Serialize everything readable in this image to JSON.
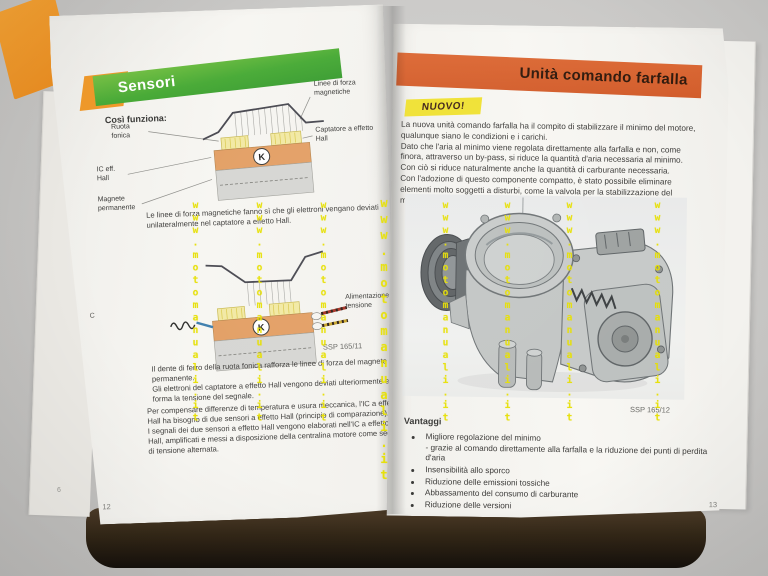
{
  "watermark": {
    "text": "www.motomanuali.it"
  },
  "colors": {
    "header_green": "#4aab38",
    "header_orange": "#d25d2c",
    "cover_orange": "#f19a2b",
    "watermark_yellow": "#e6e000",
    "badge_yellow": "#f0e135",
    "diagram_orange": "#e3a066",
    "diagram_yellow": "#f2e9a4",
    "diagram_gray": "#d6d6d3"
  },
  "left_page": {
    "header": "Sensori",
    "how_label": "Così funziona:",
    "stray_letter": "C",
    "under_page_number": "6",
    "page_number": "12",
    "diagram1": {
      "chip_letter": "K",
      "labels": {
        "field_lines": "Linee di forza magnetiche",
        "tone_wheel": "Ruota fonica",
        "hall_sensor": "Captatore a effetto Hall",
        "ic": "IC eff. Hall",
        "magnet": "Magnete permanente"
      }
    },
    "para1": "Le linee di forza magnetiche fanno sì che gli elettroni vengano deviati unilateralmente nel captatore a effetto Hall.",
    "diagram2": {
      "chip_letter": "K",
      "label_supply": "Alimentazione tensione",
      "caption": "SSP 165/11"
    },
    "para2": "Il dente di ferro della ruota fonica rafforza le linee di forza del magnete permanente.\nGli elettroni del captatore a effetto Hall vengono deviati ulteriormente e si forma la tensione del segnale.",
    "para3": "Per compensare differenze di temperatura e usura meccanica, l'IC a effetto Hall ha bisogno di due sensori a effetto Hall (principio di comparazione).\nI segnali dei due sensori a effetto Hall vengono elaborati nell'IC a effetto Hall, amplificati e messi a disposizione della centralina motore come segnale di tensione alternata."
  },
  "right_page": {
    "header": "Unità comando farfalla",
    "badge": "NUOVO!",
    "intro": [
      "La nuova unità comando farfalla ha il compito di stabilizzare il minimo del motore, qualunque siano le condizioni e i carichi.",
      "Dato che l'aria al minimo viene regolata direttamente alla farfalla e non, come finora, attraverso un by-pass, si riduce la quantità d'aria necessaria al minimo.",
      "Con ciò si riduce naturalmente anche la quantità di carburante necessaria.",
      "Con l'adozione di questo componente compatto, è stato possibile eliminare elementi molto soggetti a disturbi, come la valvola per la stabilizzazione del minimo."
    ],
    "caption": "SSP 165/12",
    "advantages_title": "Vantaggi",
    "advantages": [
      {
        "text": "Migliore regolazione del minimo",
        "sub": "- grazie al comando direttamente alla farfalla e la riduzione dei punti di perdita d'aria"
      },
      {
        "text": "Insensibilità allo sporco"
      },
      {
        "text": "Riduzione delle emissioni tossiche"
      },
      {
        "text": "Abbassamento del consumo di carburante"
      },
      {
        "text": "Riduzione delle versioni"
      }
    ],
    "page_number": "13"
  }
}
